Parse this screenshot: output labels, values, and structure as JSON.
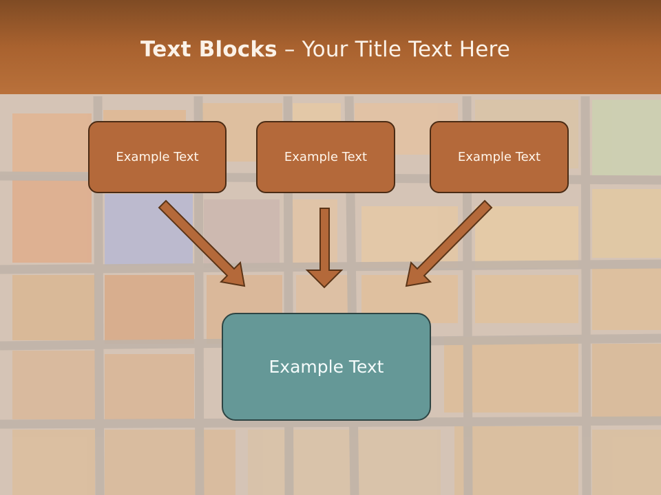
{
  "header": {
    "title_bold": "Text Blocks",
    "title_sep": " – ",
    "title_rest": "Your Title Text Here"
  },
  "diagram": {
    "boxes": [
      {
        "label": "Example Text"
      },
      {
        "label": "Example Text"
      },
      {
        "label": "Example Text"
      }
    ],
    "target": {
      "label": "Example Text"
    }
  },
  "colors": {
    "header": "#a9622f",
    "box_fill": "#b4693a",
    "box_border": "#4a2b14",
    "target_fill": "#659897",
    "arrow_fill": "#b4693a"
  }
}
